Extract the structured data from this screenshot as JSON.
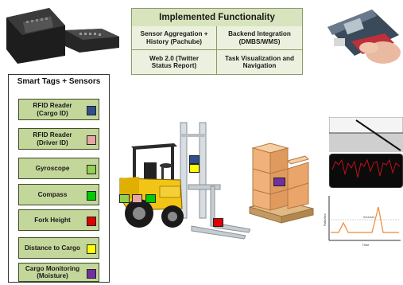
{
  "functionality": {
    "title": "Implemented Functionality",
    "cells": [
      {
        "text": "Sensor Aggregation +\nHistory (Pachube)"
      },
      {
        "text": "Backend Integration\n(DMBS/WMS)"
      },
      {
        "text": "Web 2.0 (Twitter\nStatus Report)"
      },
      {
        "text": "Task Visualization and\nNavigation"
      }
    ]
  },
  "tags_panel": {
    "title": "Smart Tags + Sensors",
    "items": [
      {
        "label": "RFID Reader\n(Cargo ID)",
        "color": "#2f4f8f"
      },
      {
        "label": "RFID Reader\n(Driver ID)",
        "color": "#e6a7a0"
      },
      {
        "label": "Gyroscope",
        "color": "#92d050"
      },
      {
        "label": "Compass",
        "color": "#00cc00"
      },
      {
        "label": "Fork Height",
        "color": "#e00000"
      },
      {
        "label": "Distance to Cargo",
        "color": "#ffff00"
      },
      {
        "label": "Cargo Monitoring\n(Moisture)",
        "color": "#7030a0"
      }
    ]
  },
  "chart": {
    "ylabel": "Rate/sec",
    "xlabel": "Time",
    "threshold_label": "threshold"
  }
}
